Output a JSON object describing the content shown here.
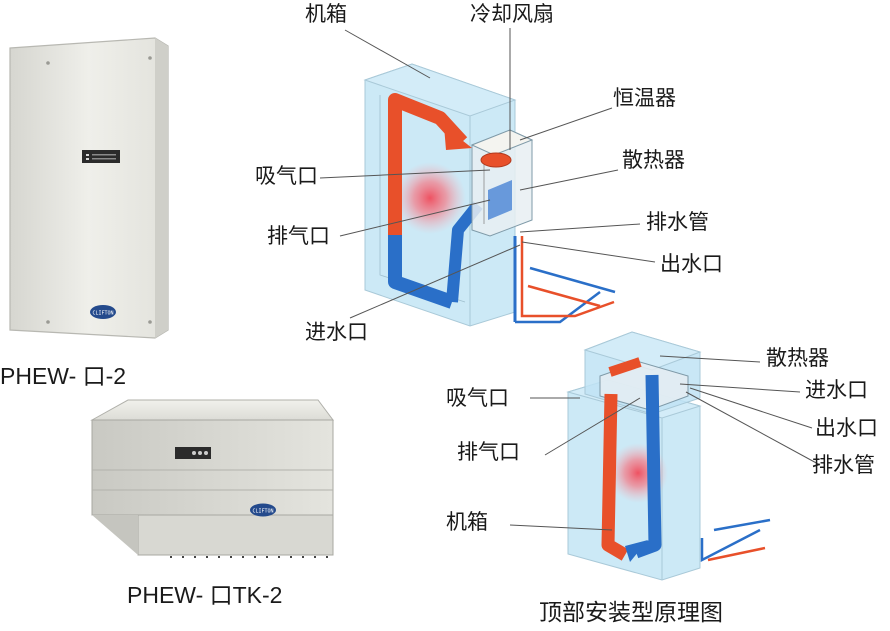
{
  "products": {
    "wall_caption": "PHEW- 口-2",
    "top_caption": "PHEW- 口TK-2",
    "badge_text": "CLIFTON"
  },
  "side_diagram": {
    "cabinet": "机箱",
    "cooling_fan": "冷却风扇",
    "thermostat": "恒温器",
    "air_inlet": "吸气口",
    "radiator": "散热器",
    "air_outlet": "排气口",
    "drain_pipe": "排水管",
    "water_outlet": "出水口",
    "water_inlet": "进水口"
  },
  "top_diagram": {
    "radiator": "散热器",
    "air_inlet": "吸气口",
    "water_inlet": "进水口",
    "water_outlet": "出水口",
    "air_outlet": "排气口",
    "drain_pipe": "排水管",
    "cabinet": "机箱",
    "title": "顶部安装型原理图"
  },
  "colors": {
    "hot_air": "#e8502a",
    "cold_air": "#2a6fc8",
    "enclosure": "#bfe3f4",
    "leader_line": "#555555"
  }
}
